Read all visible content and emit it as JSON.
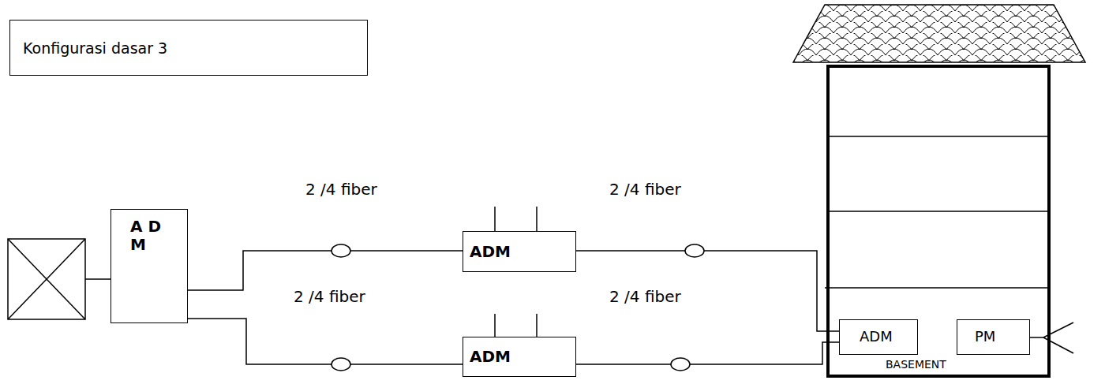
{
  "diagram": {
    "title": "Konfigurasi dasar 3",
    "nodes": [
      {
        "text": [
          "A D M"
        ]
      },
      {
        "text": [
          "ADM"
        ]
      },
      {
        "text": [
          "ADM"
        ]
      },
      {
        "text": [
          "BASEMENT"
        ]
      },
      {
        "text": [
          "ADM"
        ],
        "in": 3
      },
      {
        "text": [
          "PM"
        ],
        "in": 3
      }
    ],
    "edges": [
      {
        "from": 0,
        "to": 1,
        "arrow": "none",
        "label": "2 /4 fiber"
      },
      {
        "from": 0,
        "to": 2,
        "arrow": "none",
        "label": "2 /4 fiber"
      },
      {
        "from": 1,
        "to": 4,
        "arrow": "none",
        "label": "2 /4 fiber"
      },
      {
        "from": 2,
        "to": 4,
        "arrow": "none",
        "label": "2 /4 fiber"
      }
    ]
  }
}
